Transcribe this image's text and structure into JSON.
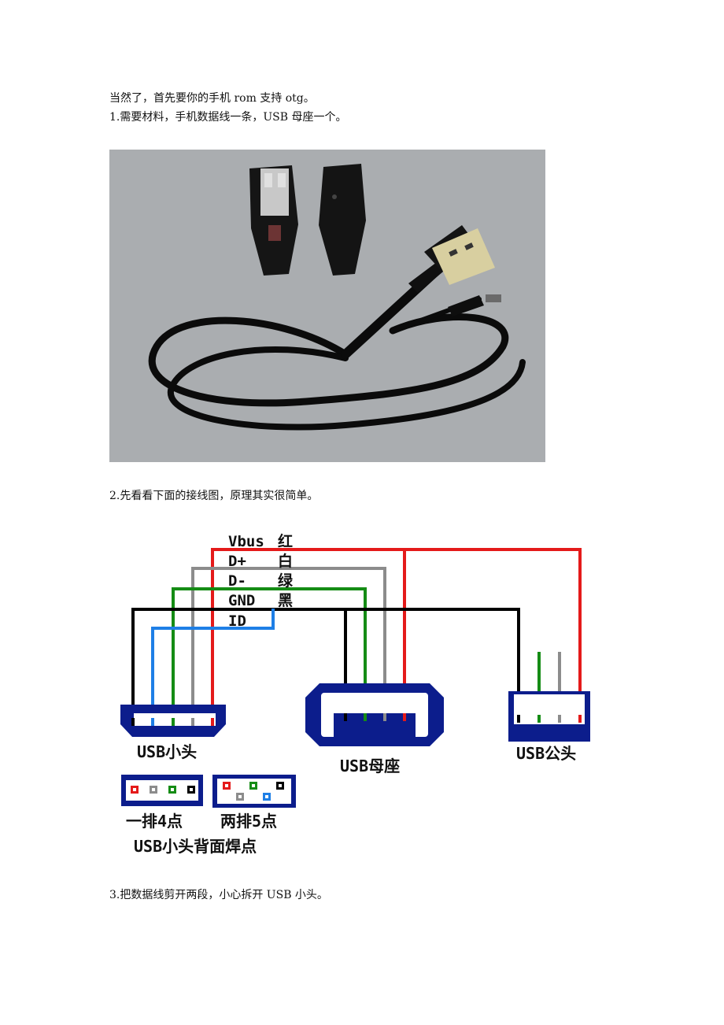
{
  "paragraphs": {
    "intro": "当然了，首先要你的手机 rom 支持 otg。",
    "step1": "1.需要材料，手机数据线一条，USB 母座一个。",
    "step2": "2.先看看下面的接线图，原理其实很简单。",
    "step3": "3.把数据线剪开两段，小心拆开 USB 小头。"
  },
  "wiring_diagram": {
    "wire_labels": [
      {
        "name": "Vbus",
        "color_word": "红",
        "color": "#e41a1a"
      },
      {
        "name": "D+",
        "color_word": "白",
        "color": "#8c8c8c"
      },
      {
        "name": "D-",
        "color_word": "绿",
        "color": "#158c15"
      },
      {
        "name": "GND",
        "color_word": "黑",
        "color": "#000000"
      },
      {
        "name": "ID",
        "color_word": "",
        "color": "#1e7fe6"
      }
    ],
    "connector_labels": {
      "micro": "USB小头",
      "female": "USB母座",
      "male": "USB公头"
    },
    "back_panel": {
      "one_row": "一排4点",
      "two_rows": "两排5点",
      "caption": "USB小头背面焊点"
    },
    "connector_color": "#0c1d8c"
  }
}
